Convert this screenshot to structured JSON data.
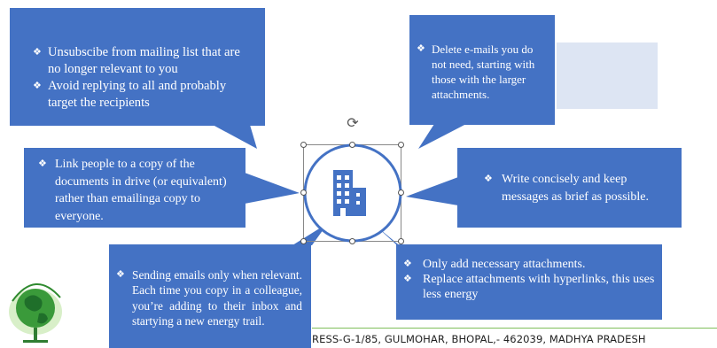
{
  "callouts": {
    "top_left": [
      "Unsubscibe from mailing list that are no longer relevant to you",
      "Avoid replying to all and probably target the recipients"
    ],
    "top_right": [
      "Delete e-mails you do not need, starting with those with the larger attachments."
    ],
    "mid_left": [
      "Link people to a copy of the documents in drive (or equivalent)  rather than emailinga copy to everyone."
    ],
    "mid_right": [
      "Write concisely and keep messages as brief as possible."
    ],
    "bottom_left": [
      "Sending emails only when relevant. Each time you copy in a colleague, you’re adding to their inbox and startying a new energy trail."
    ],
    "bottom_right": [
      "Only add necessary attachments.",
      "Replace attachments with hyperlinks, this uses less energy"
    ]
  },
  "center": {
    "icon": "office-building-icon"
  },
  "footer": {
    "address": "RESS-G-1/85, GULMOHAR, BHOPAL,- 462039, MADHYA PRADESH"
  },
  "colors": {
    "callout": "#4472c4",
    "ring": "#4472c4",
    "ghost": "#dde5f3",
    "footer_line": "#7fbf5a"
  }
}
